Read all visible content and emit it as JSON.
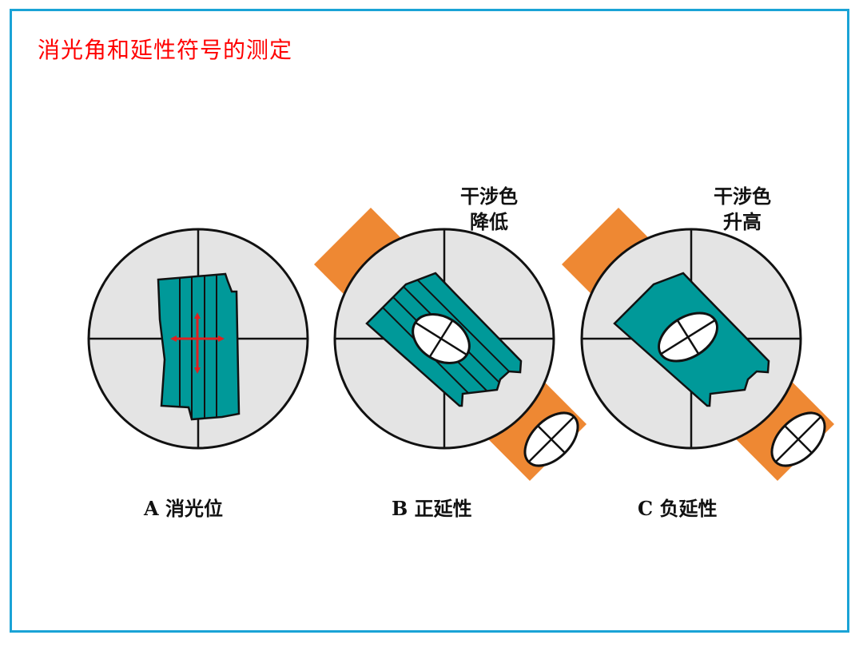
{
  "title": "消光角和延性符号的测定",
  "panels": [
    {
      "id": "A",
      "caption": "A 消光位"
    },
    {
      "id": "B",
      "caption": "B 正延性",
      "note_line1": "干涉色",
      "note_line2": "降低"
    },
    {
      "id": "C",
      "caption": "C 负延性",
      "note_line1": "干涉色",
      "note_line2": "升高"
    }
  ],
  "colors": {
    "frame": "#1aa3d6",
    "title": "#ff0000",
    "field": "#e4e4e4",
    "crystal": "#009999",
    "compensator": "#ee8833",
    "arrows": "#e02020",
    "lines": "#111111"
  }
}
